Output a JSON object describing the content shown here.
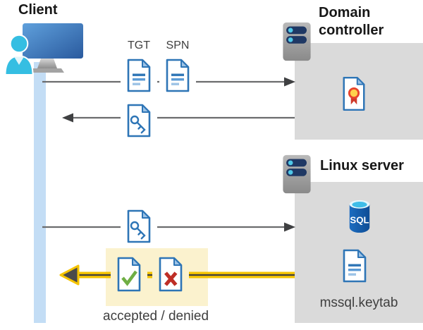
{
  "diagram": {
    "client": {
      "label": "Client"
    },
    "domain_controller": {
      "label": "Domain controller"
    },
    "linux_server": {
      "label": "Linux server",
      "sql_label": "SQL",
      "keytab_label": "mssql.keytab"
    },
    "messages": {
      "tgt_label": "TGT",
      "spn_label": "SPN",
      "result_label": "accepted / denied"
    },
    "icons": [
      "client-workstation-icon",
      "server-icon",
      "certificate-icon",
      "document-icon",
      "key-ticket-icon",
      "sql-database-icon",
      "keytab-document-icon",
      "accepted-check-icon",
      "denied-cross-icon"
    ],
    "colors": {
      "doc_blue": "#2e75b6",
      "doc_fold_blue": "#9dc3e6",
      "timeline_blue": "#c3ddf5",
      "zone_gray": "#dadada",
      "arrow_gray": "#6b6c6e",
      "arrowhead_gray": "#3f4042",
      "highlight_yellow": "#fbf2ce",
      "arrow_yellow": "#f5c400",
      "check_green": "#6fae44",
      "cross_red": "#be2e26",
      "person_cyan": "#35bee2",
      "server_pill_navy": "#1f3864",
      "sql_body_blue": "#1358a6"
    }
  }
}
